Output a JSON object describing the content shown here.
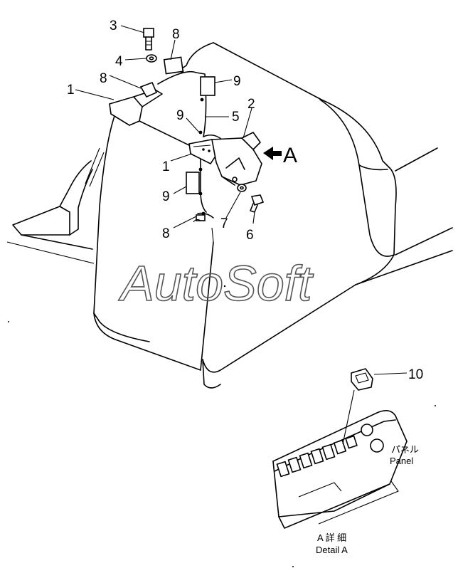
{
  "diagram": {
    "callouts": {
      "c1a": "1",
      "c1b": "1",
      "c2": "2",
      "c3": "3",
      "c4": "4",
      "c5": "5",
      "c6": "6",
      "c7": "7",
      "c8a": "8",
      "c8b": "8",
      "c8c": "8",
      "c9a": "9",
      "c9b": "9",
      "c9c": "9",
      "c10": "10"
    },
    "view_marker": "A",
    "panel_label_jp": "パネル",
    "panel_label_en": "Panel",
    "detail_label_jp": "A 詳 細",
    "detail_label_en": "Detail A",
    "watermark": "AutoSoft"
  }
}
